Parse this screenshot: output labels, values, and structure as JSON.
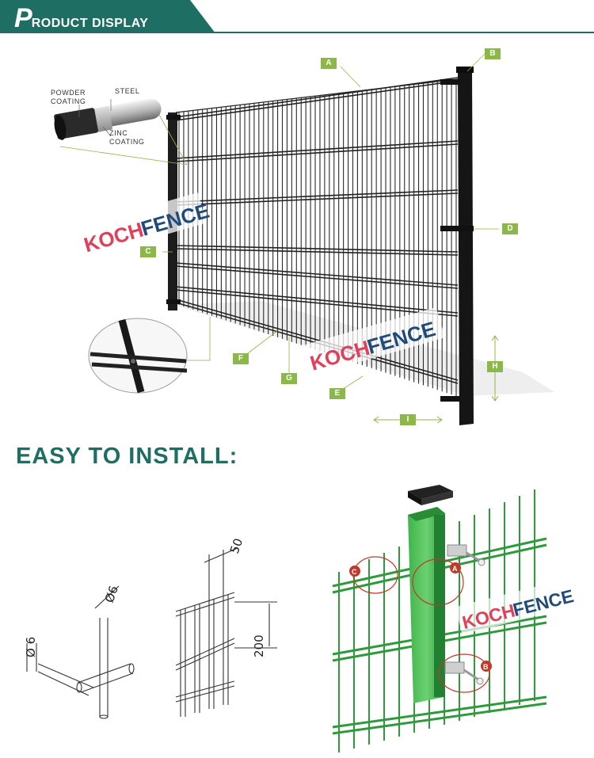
{
  "header": {
    "initial": "P",
    "rest": "RODUCT DISPLAY"
  },
  "coating_labels": {
    "powder": "POWDER COATING",
    "steel": "STEEL",
    "zinc": "ZINC COATING"
  },
  "tags": {
    "a": "A",
    "b": "B",
    "c": "C",
    "d": "D",
    "e": "E",
    "f": "F",
    "g": "G",
    "h": "H",
    "i": "I"
  },
  "watermark": {
    "part1": "KOCH",
    "part2": "FENCE"
  },
  "section_title": "EASY TO INSTALL:",
  "diagram": {
    "wire_dia_1": "Ø6",
    "wire_dia_2": "Ø 6",
    "spacing_horizontal": "50",
    "spacing_vertical": "200"
  },
  "install_markers": {
    "a": "A",
    "b": "B",
    "c": "C"
  },
  "colors": {
    "brand_green": "#1e6e63",
    "tag_green": "#8cb84a",
    "watermark_red": "#e0405a",
    "fence_green": "#2f9a3c"
  }
}
